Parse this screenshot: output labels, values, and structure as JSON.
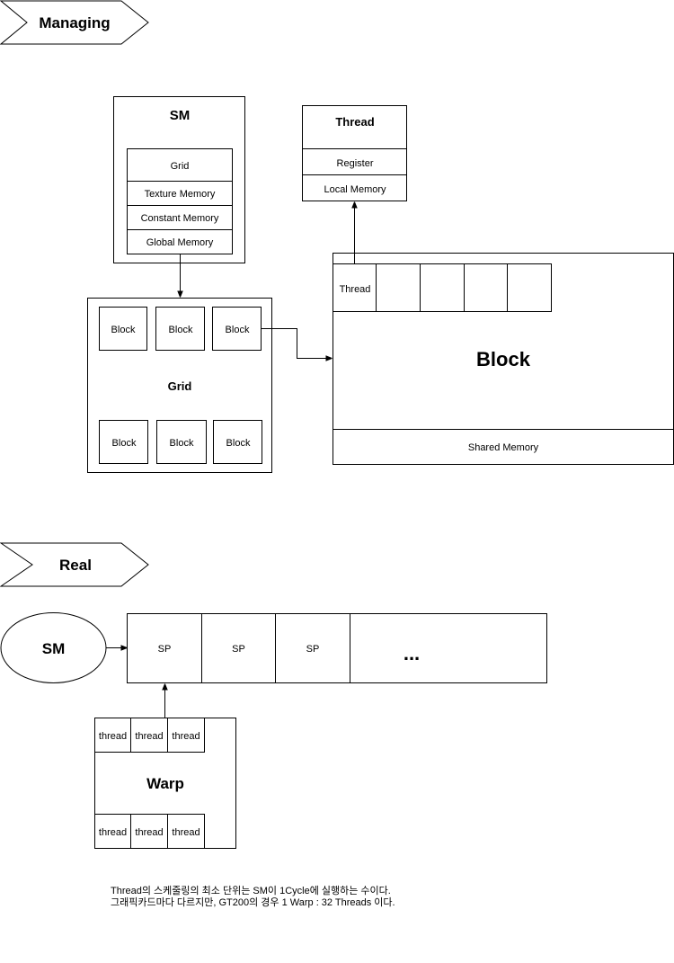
{
  "sections": {
    "managing": "Managing",
    "real": "Real"
  },
  "sm_box": {
    "title": "SM",
    "rows": [
      "Grid",
      "Texture Memory",
      "Constant Memory",
      "Global Memory"
    ]
  },
  "thread_box": {
    "title": "Thread",
    "rows": [
      "Register",
      "Local Memory"
    ]
  },
  "grid_box": {
    "title": "Grid",
    "blocks_top": [
      "Block",
      "Block",
      "Block"
    ],
    "blocks_bottom": [
      "Block",
      "Block",
      "Block"
    ]
  },
  "block_box": {
    "title": "Block",
    "thread_label": "Thread",
    "shared_memory": "Shared Memory"
  },
  "real": {
    "sm_label": "SM",
    "sp_cells": [
      "SP",
      "SP",
      "SP"
    ],
    "ellipsis": "...",
    "warp_title": "Warp",
    "warp_threads_top": [
      "thread",
      "thread",
      "thread"
    ],
    "warp_threads_bottom": [
      "thread",
      "thread",
      "thread"
    ]
  },
  "note": {
    "line1": "Thread의 스케줄링의 최소 단위는 SM이 1Cycle에 실행하는 수이다.",
    "line2": "그래픽카드마다 다르지만, GT200의 경우 1 Warp : 32 Threads 이다."
  }
}
